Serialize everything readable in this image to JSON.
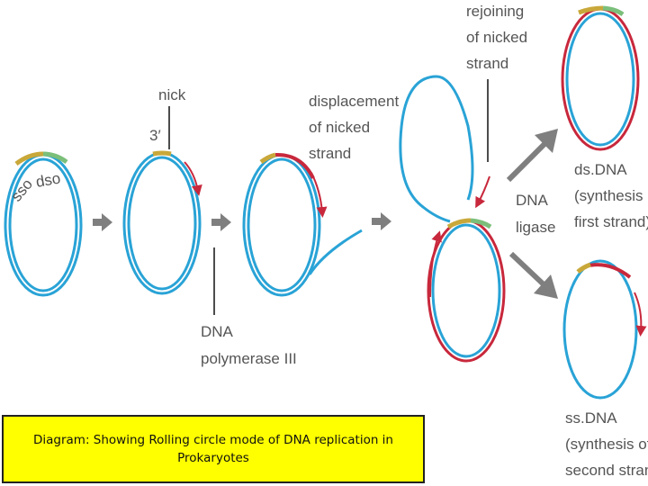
{
  "labels": {
    "nick": "nick",
    "three_prime": "3′",
    "sso": "sso",
    "dso": "dso",
    "dna_polymerase": [
      "DNA",
      "polymerase III"
    ],
    "displacement": [
      "displacement",
      "of nicked",
      "strand"
    ],
    "rejoining": [
      "rejoining",
      "of nicked",
      "strand"
    ],
    "dna_ligase": [
      "DNA",
      "ligase"
    ],
    "dsdna": [
      "ds.DNA",
      "(synthesis of",
      "first strand)"
    ],
    "ssdna": [
      "ss.DNA",
      "(synthesis of",
      "second strand)"
    ]
  },
  "caption": "Diagram: Showing Rolling circle mode of DNA replication in\nProkaryotes",
  "colors": {
    "strand_blue": "#29a3d6",
    "new_strand_red": "#c8283c",
    "origin_gold": "#c9a83a",
    "origin_green": "#7bbf7a",
    "arrow_gray": "#7f7f7f",
    "caption_bg": "#ffff00"
  }
}
